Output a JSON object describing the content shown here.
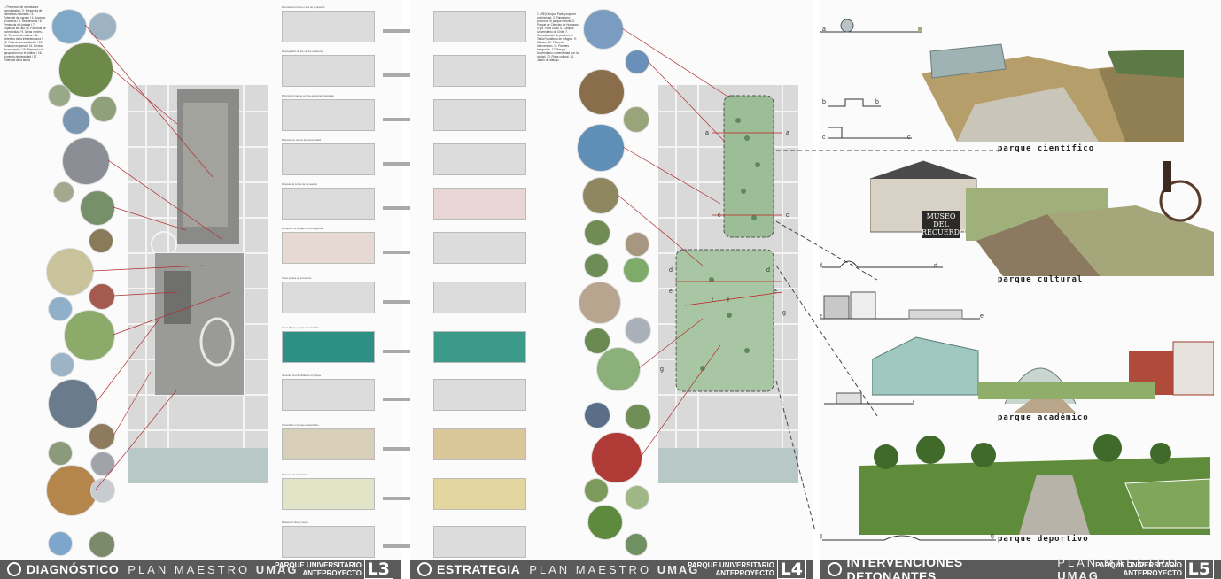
{
  "panels": [
    {
      "title": "DIAGNÓSTICO",
      "plan": "PLAN MAESTRO",
      "plan_brand": "UMAG",
      "subtitle1": "PARQUE UNIVERSITARIO",
      "subtitle2": "ANTEPROYECTO",
      "number": "L3",
      "notes": "1. Presencia de vecindades consolidadas / 2. Presencia de elementos naturales / 3. Potencial del parque / 4. Accesos al campus / 5. Residencias / 6. Presencia del paisaje / 7. Espacios sin uso / 8. Potencial de conectividad / 9. Áreas verdes / 10. Terrenos sin utilizar / 11. Deterioro de la infraestructura / 12. Falta de consolidación / 13. Zonas a recuperar / 14. Puntos de encuentro / 15. Presencia de apropiación por el público / 16. Aumento de densidad / 17. Potencial de la fauna"
    },
    {
      "title": "ESTRATEGIA",
      "plan": "PLAN MAESTRO",
      "plan_brand": "UMAG",
      "subtitle1": "PARQUE UNIVERSITARIO",
      "subtitle2": "ANTEPROYECTO",
      "number": "L4",
      "notes": "1. (RE)Campus Park: proponer continuidad. 2. Paisajismo: promover el parque natural. 3. Parque de Ciencias de Humanos. 4 y 5. Flora Local. 6. Campus Universitario de Chile. 7. Consolidación de parches. 8. Tabla Fotoálbum de refugios. 9. Mirador. 10. Plaza de Intervención. 11. Puentes Integrados. 12. Parque Universitario: conectividad con la ciudad. 13. Plaza cultural. 14. Jardín de diálogo."
    },
    {
      "title": "INTERVENCIONES DETONANTES",
      "plan": "PLAN MAESTRO",
      "plan_brand": "UMAG",
      "subtitle1": "PARQUE UNIVERSITARIO",
      "subtitle2": "ANTEPROYECTO",
      "number": "L5"
    }
  ],
  "parques": {
    "cientifico": "parque científico",
    "cultural": "parque cultural",
    "academico": "parque académico",
    "deportivo": "parque deportivo"
  },
  "museo_sign": [
    "MUSEO",
    "DEL",
    "RECUERDO"
  ],
  "section_marks": [
    "a",
    "a",
    "b",
    "b",
    "c",
    "c",
    "d",
    "d",
    "e",
    "e",
    "f",
    "f",
    "g",
    "g"
  ],
  "map_marks": [
    "a",
    "a",
    "c",
    "c",
    "d",
    "d",
    "e",
    "e",
    "f",
    "f",
    "g",
    "g"
  ],
  "thumb_captions": [
    "Remodela la forma o tipo de ocupación",
    "Reocupación de los vacíos existentes",
    "Reforzar el parque con los elementos naturales",
    "Retomar los vacíos de conectividad",
    "Rescate de zonas de recreación",
    "Recuperar el paisaje de la Patagonia",
    "Crear puntos de encuentro",
    "Áreas libres y vacíos a consolidar",
    "Generar una identidad en el parque",
    "Consolidar el parque universitario",
    "Promover la interacción",
    "Relacionar flora y fauna"
  ],
  "colors": {
    "footer": "#5a5a5a",
    "map": "#d6d6d6",
    "green": "#6b9a5a",
    "red": "#c0392b"
  }
}
